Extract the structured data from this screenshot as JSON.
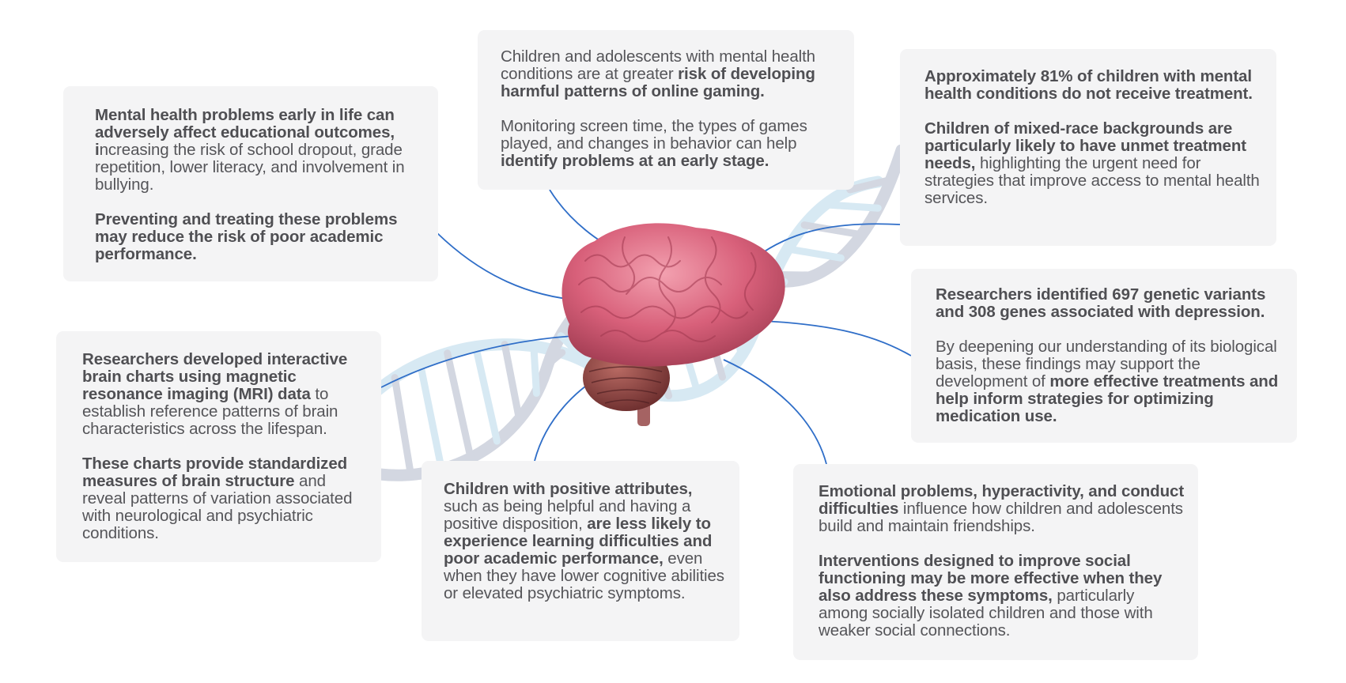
{
  "colors": {
    "connector": "#2f6ec8",
    "card_background": "#f4f4f5",
    "text": "#555559",
    "dna_light": "#d7e9f3",
    "dna_gray": "#d3d7e1",
    "brain_pink": "#d8607a",
    "brain_dark": "#7c3a3a"
  },
  "cards": {
    "education": {
      "p1": [
        {
          "text": "Mental health problems early in life can adversely affect educational outcomes, ",
          "bold": true
        },
        {
          "text": "i",
          "bold": true
        },
        {
          "text": "ncreasing the risk of school dropout, grade repetition, lower literacy, and involvement in bullying.",
          "bold": false
        }
      ],
      "p2": [
        {
          "text": "Preventing and treating these problems may reduce the risk of poor academic performance.",
          "bold": true
        }
      ]
    },
    "gaming": {
      "p1": [
        {
          "text": "Children and adolescents with mental health conditions are at greater ",
          "bold": false
        },
        {
          "text": "risk of developing harmful patterns of online gaming.",
          "bold": true
        }
      ],
      "p2": [
        {
          "text": "Monitoring screen time, the types of games played, and changes in behavior can help ",
          "bold": false
        },
        {
          "text": "identify problems at an early stage.",
          "bold": true
        }
      ]
    },
    "treatment": {
      "p1": [
        {
          "text": "Approximately 81% of children with mental health conditions do not receive treatment.",
          "bold": true
        }
      ],
      "p2": [
        {
          "text": "Children of mixed-race backgrounds are particularly likely to have unmet treatment needs,",
          "bold": true
        },
        {
          "text": " highlighting the urgent need for strategies that improve access to mental health services.",
          "bold": false
        }
      ]
    },
    "genetics": {
      "p1": [
        {
          "text": "Researchers identified 697 genetic variants and 308 genes associated with depression.",
          "bold": true
        }
      ],
      "p2": [
        {
          "text": "By deepening our understanding of its biological basis, these findings may support the development of ",
          "bold": false
        },
        {
          "text": "more effective treatments and help inform strategies for optimizing medication use.",
          "bold": true
        }
      ]
    },
    "brain_charts": {
      "p1": [
        {
          "text": "Researchers developed interactive brain charts using magnetic resonance imaging (MRI) data",
          "bold": true
        },
        {
          "text": " to establish reference patterns of brain characteristics across the lifespan.",
          "bold": false
        }
      ],
      "p2": [
        {
          "text": "These charts provide standardized measures of brain structure",
          "bold": true
        },
        {
          "text": " and reveal patterns of variation associated with neurological and psychiatric conditions.",
          "bold": false
        }
      ]
    },
    "positive_attributes": {
      "p1": [
        {
          "text": "Children with positive attributes,",
          "bold": true
        },
        {
          "text": " such as being helpful and having a positive disposition, ",
          "bold": false
        },
        {
          "text": "are less likely to experience learning difficulties and poor academic performance,",
          "bold": true
        },
        {
          "text": " even when they have lower cognitive abilities or elevated psychiatric symptoms.",
          "bold": false
        }
      ]
    },
    "friendships": {
      "p1": [
        {
          "text": "Emotional problems, hyperactivity, and conduct difficulties",
          "bold": true
        },
        {
          "text": " influence how children and adolescents build and maintain friendships.",
          "bold": false
        }
      ],
      "p2": [
        {
          "text": "Interventions designed to improve social functioning may be more effective when they also address these symptoms,",
          "bold": true
        },
        {
          "text": " particularly among socially isolated children and those with weaker social connections.",
          "bold": false
        }
      ]
    }
  }
}
